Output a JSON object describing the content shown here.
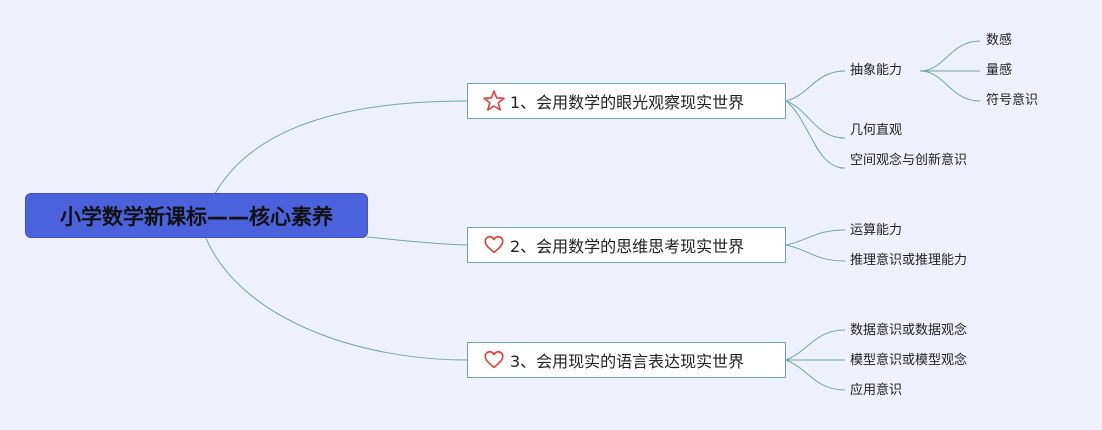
{
  "root": {
    "label": "小学数学新课标——核心素养"
  },
  "branches": [
    {
      "label": "1、会用数学的眼光观察现实世界",
      "icon": "star-icon",
      "children": [
        {
          "label": "抽象能力",
          "children": [
            "数感",
            "量感",
            "符号意识"
          ]
        },
        {
          "label": "几何直观"
        },
        {
          "label": "空间观念与创新意识"
        }
      ]
    },
    {
      "label": "2、会用数学的思维思考现实世界",
      "icon": "heart-icon",
      "children": [
        {
          "label": "运算能力"
        },
        {
          "label": "推理意识或推理能力"
        }
      ]
    },
    {
      "label": "3、会用现实的语言表达现实世界",
      "icon": "heart-icon",
      "children": [
        {
          "label": "数据意识或数据观念"
        },
        {
          "label": "模型意识或模型观念"
        },
        {
          "label": "应用意识"
        }
      ]
    }
  ],
  "colors": {
    "background": "#eef1fb",
    "root_fill": "#4a63dc",
    "connector": "#6fa8a3",
    "icon": "#e0403a"
  }
}
